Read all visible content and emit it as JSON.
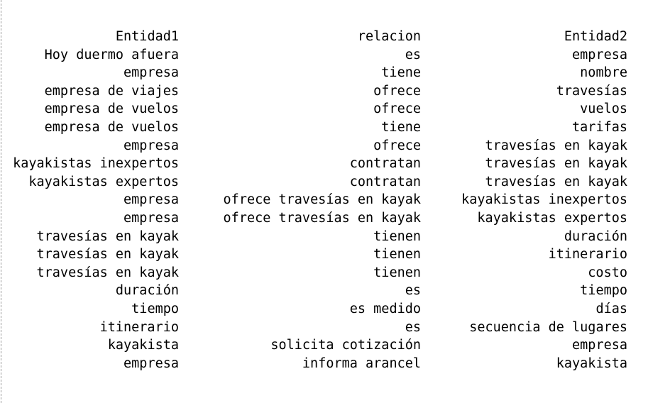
{
  "table": {
    "headers": [
      "Entidad1",
      "relacion",
      "Entidad2"
    ],
    "rows": [
      [
        "Hoy duermo afuera",
        "es",
        "empresa"
      ],
      [
        "empresa",
        "tiene",
        "nombre"
      ],
      [
        "empresa de viajes",
        "ofrece",
        "travesías"
      ],
      [
        "empresa de vuelos",
        "ofrece",
        "vuelos"
      ],
      [
        "empresa de vuelos",
        "tiene",
        "tarifas"
      ],
      [
        "empresa",
        "ofrece",
        "travesías en kayak"
      ],
      [
        "kayakistas inexpertos",
        "contratan",
        "travesías en kayak"
      ],
      [
        "kayakistas expertos",
        "contratan",
        "travesías en kayak"
      ],
      [
        "empresa",
        "ofrece travesías en kayak",
        "kayakistas inexpertos"
      ],
      [
        "empresa",
        "ofrece travesías en kayak",
        "kayakistas expertos"
      ],
      [
        "travesías en kayak",
        "tienen",
        "duración"
      ],
      [
        "travesías en kayak",
        "tienen",
        "itinerario"
      ],
      [
        "travesías en kayak",
        "tienen",
        "costo"
      ],
      [
        "duración",
        "es",
        "tiempo"
      ],
      [
        "tiempo",
        "es medido",
        "días"
      ],
      [
        "itinerario",
        "es",
        "secuencia de lugares"
      ],
      [
        "kayakista",
        "solicita cotización",
        "empresa"
      ],
      [
        "empresa",
        "informa arancel",
        "kayakista"
      ]
    ]
  }
}
